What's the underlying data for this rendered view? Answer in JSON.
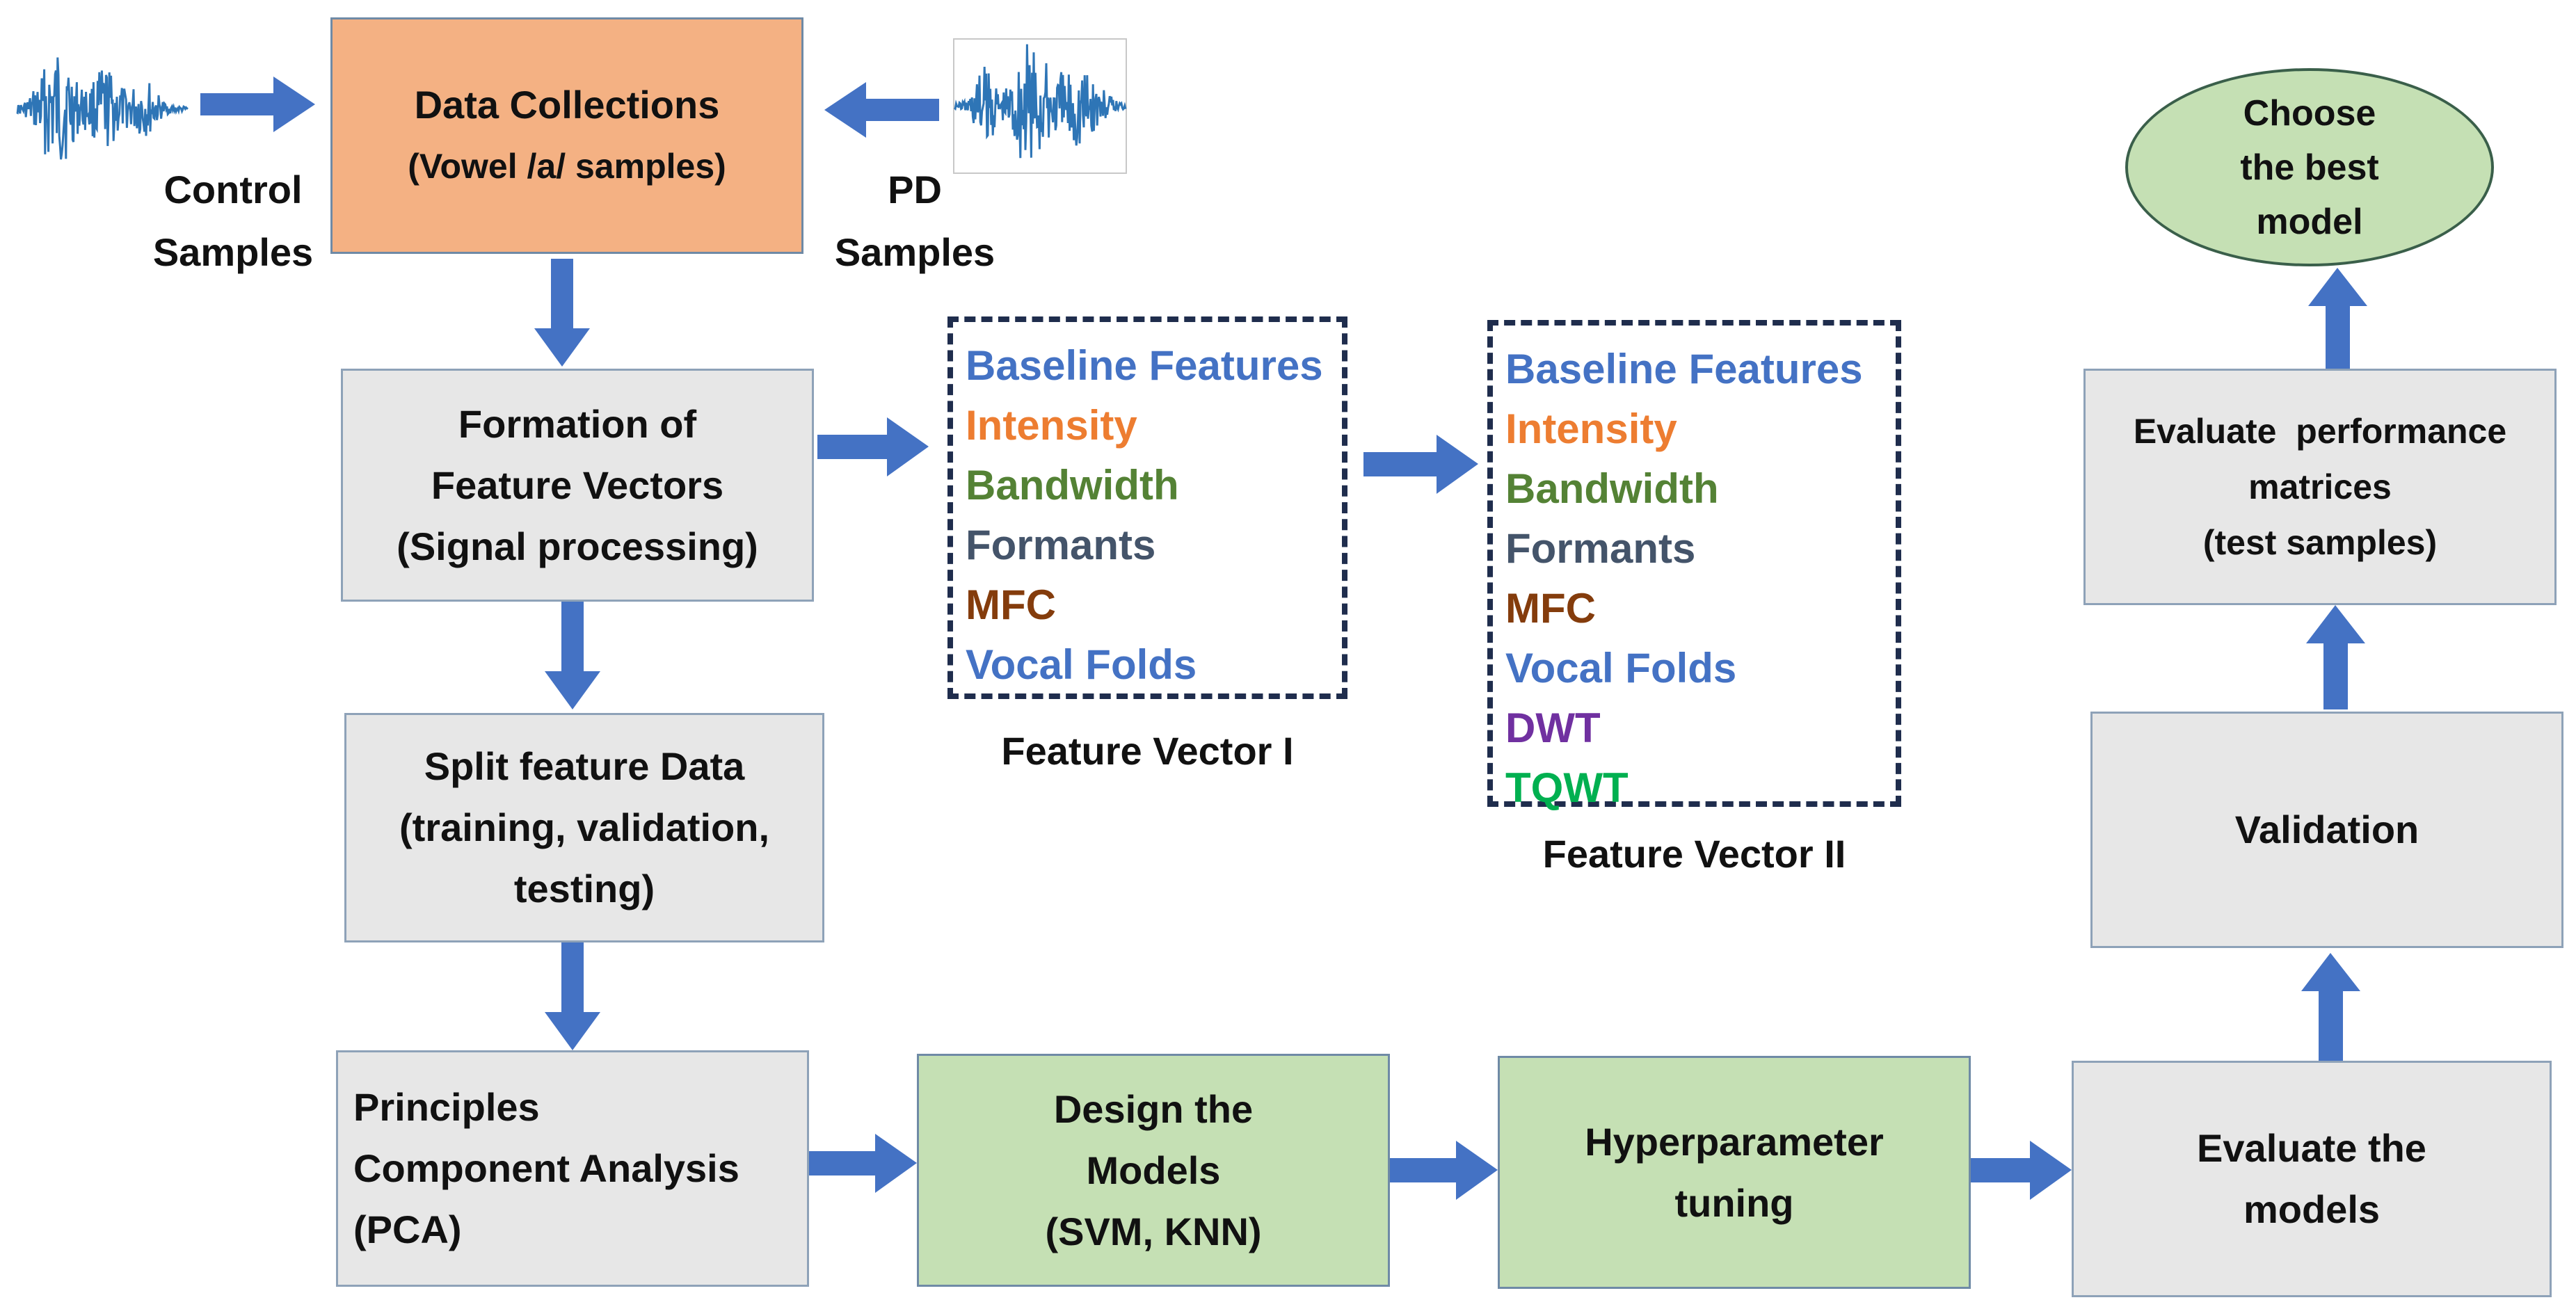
{
  "colors": {
    "arrow": "#4472c4",
    "box_gray": "#e7e7e7",
    "box_orange": "#f4b183",
    "box_green": "#c5e0b4",
    "waveform": "#2e75b6",
    "feature_blue": "#4472c4",
    "feature_orange": "#ed7d31",
    "feature_green": "#548235",
    "feature_slate": "#44546a",
    "feature_brown": "#843c0c",
    "feature_purple": "#7030a0",
    "feature_teal": "#00b050"
  },
  "control": {
    "line1": "Control",
    "line2": "Samples"
  },
  "pd": {
    "line1": "PD",
    "line2": "Samples"
  },
  "data_collection": {
    "line1": "Data Collections",
    "line2": "(Vowel /a/ samples)"
  },
  "formation": {
    "line1": "Formation of",
    "line2": "Feature Vectors",
    "line3": "(Signal processing)"
  },
  "split": {
    "line1": "Split feature Data",
    "line2": "(training, validation,",
    "line3": "testing)"
  },
  "pca": {
    "line1": "Principles",
    "line2": "Component Analysis",
    "line3": "(PCA)"
  },
  "design": {
    "line1": "Design the",
    "line2": "Models",
    "line3": "(SVM, KNN)"
  },
  "hyper": {
    "line1": "Hyperparameter",
    "line2": "tuning"
  },
  "evaluate_models": {
    "line1": "Evaluate the",
    "line2": "models"
  },
  "validation": {
    "label": "Validation"
  },
  "evaluate_perf": {
    "line1": "Evaluate  performance",
    "line2": "matrices",
    "line3": "(test samples)"
  },
  "best_model": {
    "line1": "Choose",
    "line2": "the best",
    "line3": "model"
  },
  "feature_vector_1": {
    "caption": "Feature Vector I",
    "items": [
      "Baseline Features",
      "Intensity",
      "Bandwidth",
      "Formants",
      "MFC",
      "Vocal Folds"
    ]
  },
  "feature_vector_2": {
    "caption": "Feature Vector II",
    "items": [
      "Baseline Features",
      "Intensity",
      "Bandwidth",
      "Formants",
      "MFC",
      "Vocal Folds",
      "DWT",
      "TQWT"
    ]
  }
}
